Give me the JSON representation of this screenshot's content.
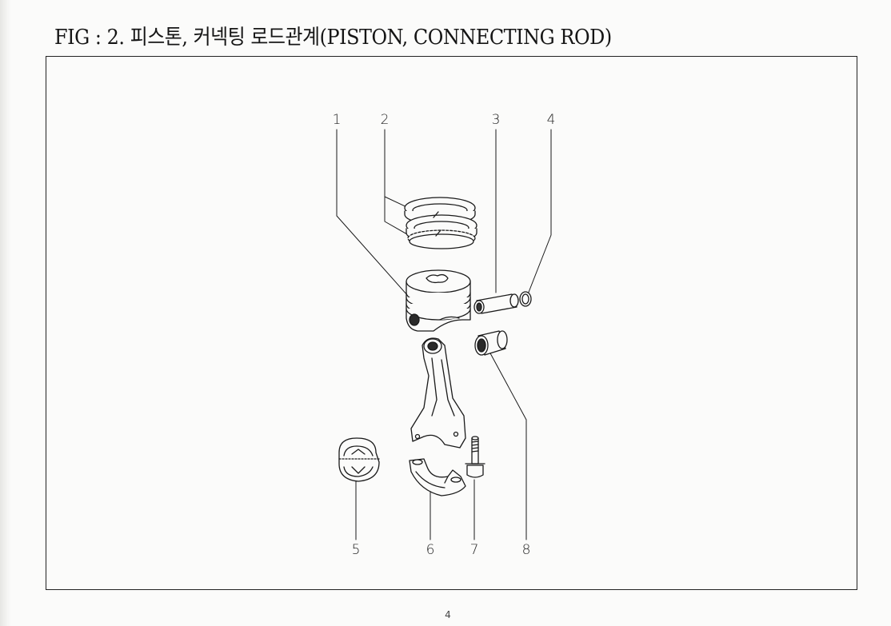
{
  "title": "FIG : 2. 피스톤, 커넥팅 로드관계(PISTON, CONNECTING ROD)",
  "page_number": "4",
  "callouts": {
    "c1": "1",
    "c2": "2",
    "c3": "3",
    "c4": "4",
    "c5": "5",
    "c6": "6",
    "c7": "7",
    "c8": "8"
  }
}
